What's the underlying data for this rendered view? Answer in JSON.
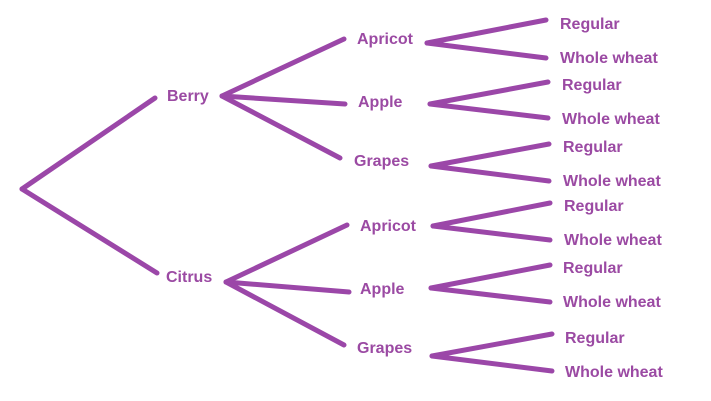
{
  "tree": {
    "level1": [
      "Berry",
      "Citrus"
    ],
    "berry_children": [
      "Apricot",
      "Apple",
      "Grapes"
    ],
    "citrus_children": [
      "Apricot",
      "Apple",
      "Grapes"
    ],
    "leaves": [
      "Regular",
      "Whole wheat"
    ]
  },
  "colors": {
    "line": "#9b47a8",
    "text": "#9b4aa3"
  }
}
